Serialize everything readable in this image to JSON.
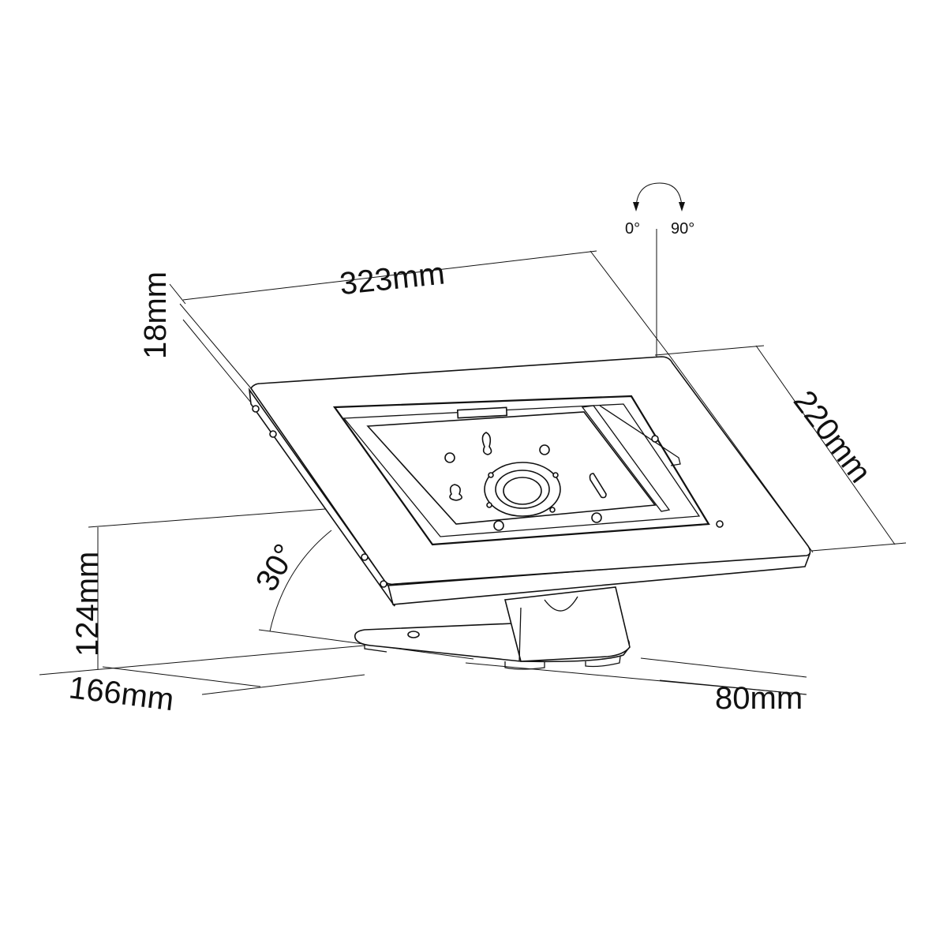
{
  "dimensions": {
    "width": "323mm",
    "depth": "220mm",
    "thickness": "18mm",
    "height": "124mm",
    "base_length": "166mm",
    "base_width": "80mm"
  },
  "tilt": {
    "angle": "30°"
  },
  "rotation": {
    "min": "0°",
    "max": "90°"
  }
}
